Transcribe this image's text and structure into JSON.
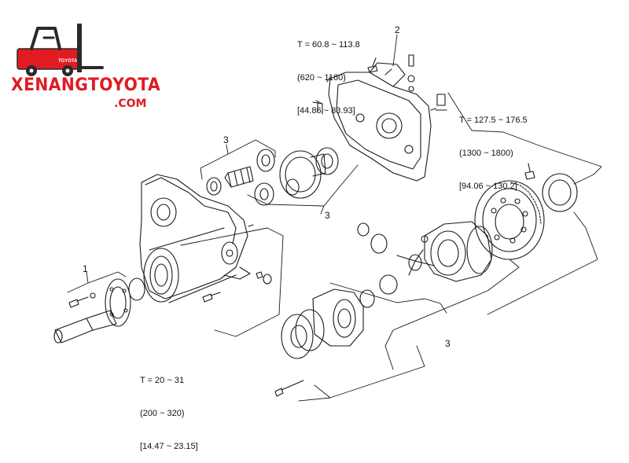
{
  "brand": {
    "name": "XENANGTOYOTA",
    "domain": ".COM",
    "logo_text": "TOYOTA",
    "colors": {
      "red": "#e01b22",
      "dark": "#2a2a2a"
    }
  },
  "torque_specs": [
    {
      "id": "top",
      "lines": [
        "T = 60.8 ~ 113.8",
        "(620 ~ 1160)",
        "[44.86 ~ 83.93]"
      ]
    },
    {
      "id": "right",
      "lines": [
        "T = 127.5 ~ 176.5",
        "(1300 ~ 1800)",
        "[94.06 ~ 130.2]"
      ]
    },
    {
      "id": "bottom",
      "lines": [
        "T = 20 ~ 31",
        "(200 ~ 320)",
        "[14.47 ~ 23.15]"
      ]
    }
  ],
  "callouts": [
    "1",
    "2",
    "3",
    "3",
    "3"
  ],
  "colors": {
    "line": "#1a1a1a",
    "background": "#ffffff"
  }
}
